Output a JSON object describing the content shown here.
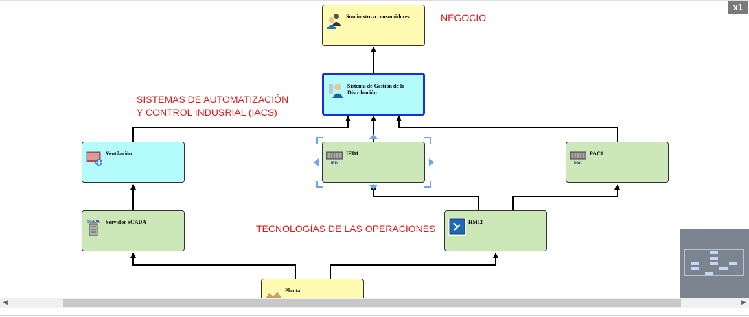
{
  "nodes": {
    "suministro": {
      "label": "Suministro a consumidores",
      "color": "yellow"
    },
    "sgd": {
      "label": "Sistema de Gestión de la Distribución",
      "color": "cyan"
    },
    "ventilacion": {
      "label": "Ventilación",
      "color": "cyan"
    },
    "ied1": {
      "label": "IED1",
      "icon_text": "IED",
      "color": "green"
    },
    "pac1": {
      "label": "PAC1",
      "icon_text": "PAC",
      "color": "green"
    },
    "scada": {
      "label": "Servidor SCADA",
      "icon_text": "SCADA",
      "color": "green"
    },
    "hmi2": {
      "label": "HMI2",
      "color": "green"
    },
    "planta": {
      "label": "Planta",
      "color": "yellow"
    }
  },
  "annotations": {
    "negocio": "NEGOCIO",
    "iacs_line1": "SISTEMAS DE AUTOMATIZACIÓN",
    "iacs_line2": "Y CONTROL INDUSRIAL (IACS)",
    "ot": "TECNOLOGÍAS DE LAS OPERACIONES"
  },
  "toolbar": {
    "zoom_label": "x1"
  },
  "scrollbar": {
    "left_arrow": "◀",
    "right_arrow": "▶"
  },
  "colors": {
    "yellow": "#fffbb0",
    "cyan": "#b4fbfb",
    "green": "#cce8b9",
    "selection": "#1a2fd6",
    "annotation": "#e01818",
    "handle": "#6aa9e8"
  }
}
